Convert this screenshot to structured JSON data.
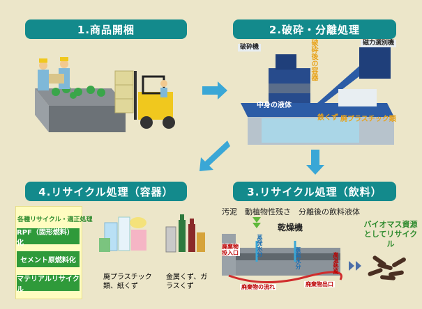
{
  "steps": {
    "s1": "1.商品開梱",
    "s2": "2.破砕・分離処理",
    "s3": "3.リサイクル処理（飲料）",
    "s4": "4.リサイクル処理（容器）"
  },
  "crush": {
    "crusher": "破砕機",
    "magnet": "磁力選別機",
    "container": "破砕後の容器",
    "liquid": "中身の液体",
    "scrap": "鉄くず",
    "plastic": "廃プラスチック類"
  },
  "beverage": {
    "outputs": "汚泥　動植物性残さ　分離後の飲料液体",
    "dryer": "乾燥機",
    "inlet": "廃棄物投入口",
    "steam1": "蒸発水分",
    "steam2": "蒸発水分",
    "hotair": "高温熱風",
    "flow": "廃棄物の流れ",
    "outlet": "廃棄物出口",
    "biomass": "バイオマス資源としてリサイクル"
  },
  "container": {
    "title": "各種リサイクル・適正処理",
    "items": [
      "RPF（固形燃料）化",
      "セメント原燃料化",
      "マテリアルリサイクル"
    ],
    "plastic": "廃プラスチック類、紙くず",
    "metal": "金属くず、ガラスくず"
  },
  "colors": {
    "header": "#138a8c",
    "arrow": "#3aa7d6",
    "green": "#2f9a3a",
    "biomass": "#2e8b2e"
  }
}
